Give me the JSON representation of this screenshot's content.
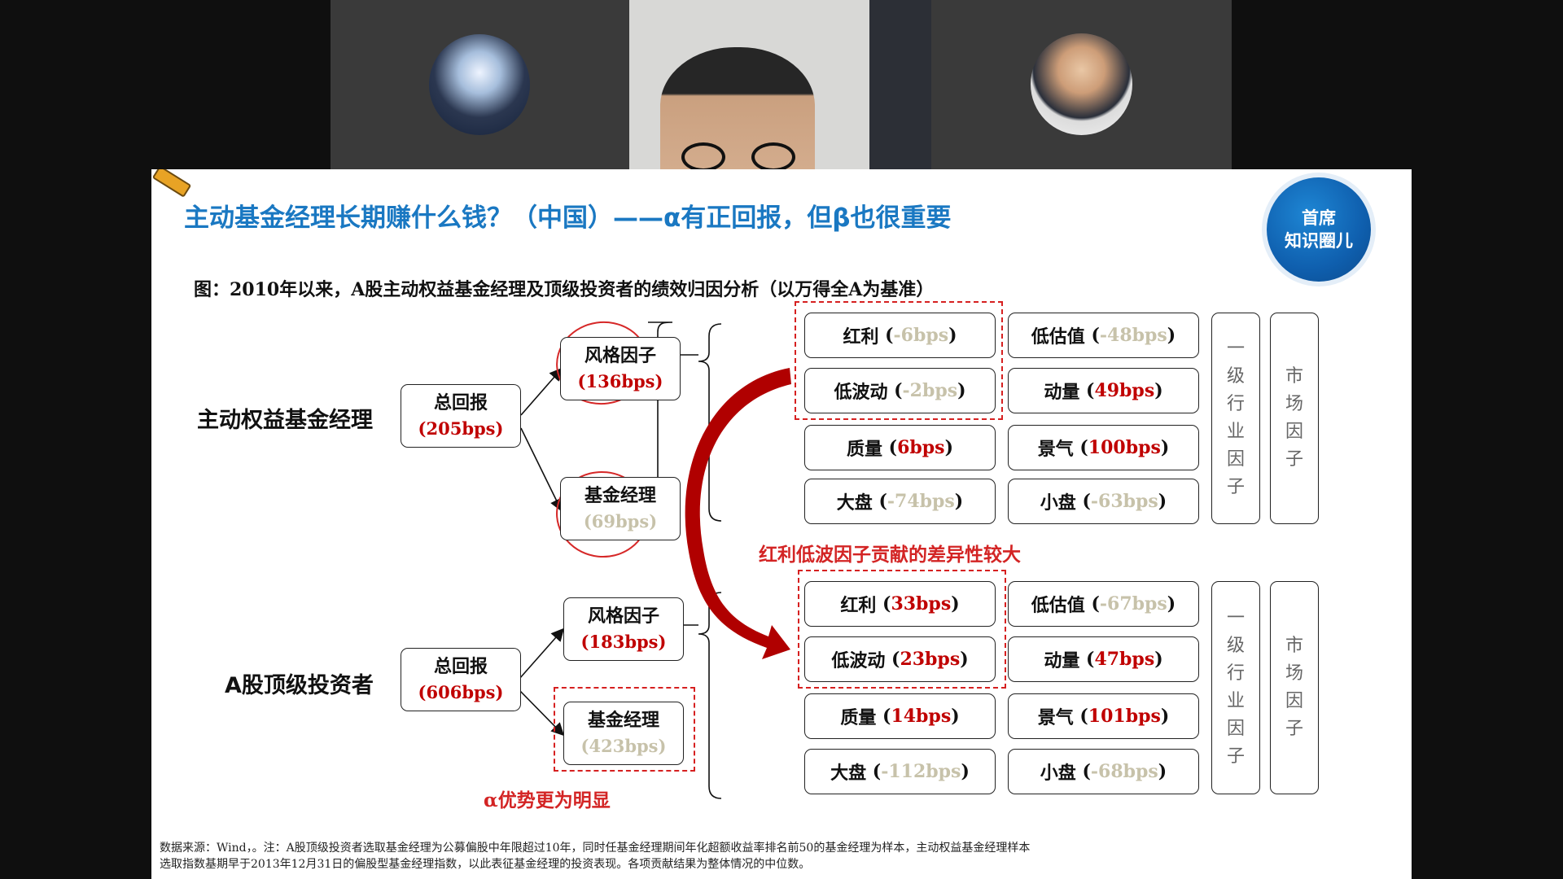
{
  "meeting": {
    "participants": [
      {
        "name": "participant-1",
        "type": "avatar"
      },
      {
        "name": "participant-2",
        "type": "camera"
      },
      {
        "name": "participant-3",
        "type": "avatar"
      }
    ]
  },
  "slide": {
    "title": "主动基金经理长期赚什么钱？（中国）——α有正回报，但β也很重要",
    "logo_line1": "首席",
    "logo_line2": "知识圈儿",
    "subtitle": "图：2010年以来，A股主动权益基金经理及顶级投资者的绩效归因分析（以万得全A为基准）",
    "top": {
      "label": "主动权益基金经理",
      "total": {
        "name": "总回报",
        "value": "(205bps)"
      },
      "style": {
        "name": "风格因子",
        "value": "(136bps)"
      },
      "manager": {
        "name": "基金经理",
        "value": "(69bps)"
      },
      "factors": [
        {
          "name": "红利",
          "value": "-6bps",
          "sign": "neg"
        },
        {
          "name": "低估值",
          "value": "-48bps",
          "sign": "neg"
        },
        {
          "name": "低波动",
          "value": "-2bps",
          "sign": "neg"
        },
        {
          "name": "动量",
          "value": "49bps",
          "sign": "pos"
        },
        {
          "name": "质量",
          "value": "6bps",
          "sign": "pos"
        },
        {
          "name": "景气",
          "value": "100bps",
          "sign": "pos"
        },
        {
          "name": "大盘",
          "value": "-74bps",
          "sign": "neg"
        },
        {
          "name": "小盘",
          "value": "-63bps",
          "sign": "neg"
        }
      ],
      "industry": "一级行业因子",
      "market": "市场因子"
    },
    "annotation_mid": "红利低波因子贡献的差异性较大",
    "bottom": {
      "label": "A股顶级投资者",
      "total": {
        "name": "总回报",
        "value": "(606bps)"
      },
      "style": {
        "name": "风格因子",
        "value": "(183bps)"
      },
      "manager": {
        "name": "基金经理",
        "value": "(423bps)"
      },
      "factors": [
        {
          "name": "红利",
          "value": "33bps",
          "sign": "pos"
        },
        {
          "name": "低估值",
          "value": "-67bps",
          "sign": "neg"
        },
        {
          "name": "低波动",
          "value": "23bps",
          "sign": "pos"
        },
        {
          "name": "动量",
          "value": "47bps",
          "sign": "pos"
        },
        {
          "name": "质量",
          "value": "14bps",
          "sign": "pos"
        },
        {
          "name": "景气",
          "value": "101bps",
          "sign": "pos"
        },
        {
          "name": "大盘",
          "value": "-112bps",
          "sign": "neg"
        },
        {
          "name": "小盘",
          "value": "-68bps",
          "sign": "neg"
        }
      ],
      "industry": "一级行业因子",
      "market": "市场因子"
    },
    "annotation_bottom": "α优势更为明显",
    "footnote_line1": "数据来源：Wind，。注：A股顶级投资者选取基金经理为公募偏股中年限超过10年，同时任基金经理期间年化超额收益率排名前50的基金经理为样本，主动权益基金经理样本",
    "footnote_line2": "选取指数基期早于2013年12月31日的偏股型基金经理指数，以此表征基金经理的投资表现。各项贡献结果为整体情况的中位数。"
  },
  "colors": {
    "title": "#1a78c2",
    "positive": "#c00000",
    "negative": "#c7c2aa",
    "annotation": "#d32424"
  }
}
